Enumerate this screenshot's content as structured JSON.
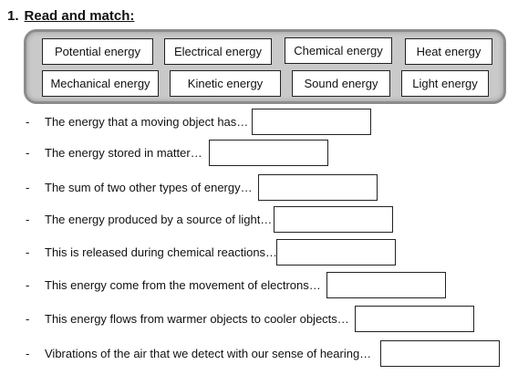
{
  "exercise": {
    "number": "1.",
    "title": "Read and match:"
  },
  "word_bank": [
    "Potential energy",
    "Electrical energy",
    "Chemical energy",
    "Heat energy",
    "Mechanical energy",
    "Kinetic energy",
    "Sound energy",
    "Light energy"
  ],
  "questions": [
    {
      "dash": "-",
      "text": "The energy that a moving object has…",
      "answer": ""
    },
    {
      "dash": "-",
      "text": "The energy stored in matter…",
      "answer": ""
    },
    {
      "dash": "-",
      "text": "The sum of two other types of energy…",
      "answer": ""
    },
    {
      "dash": "-",
      "text": "The energy produced by a source of light…",
      "answer": ""
    },
    {
      "dash": "-",
      "text": "This is released during chemical reactions…",
      "answer": ""
    },
    {
      "dash": "-",
      "text": "This energy come from the movement of electrons…",
      "answer": ""
    },
    {
      "dash": "-",
      "text": "This energy flows from warmer objects to cooler objects…",
      "answer": ""
    },
    {
      "dash": "-",
      "text": "Vibrations of the air that we detect with our sense of hearing…",
      "answer": ""
    }
  ]
}
